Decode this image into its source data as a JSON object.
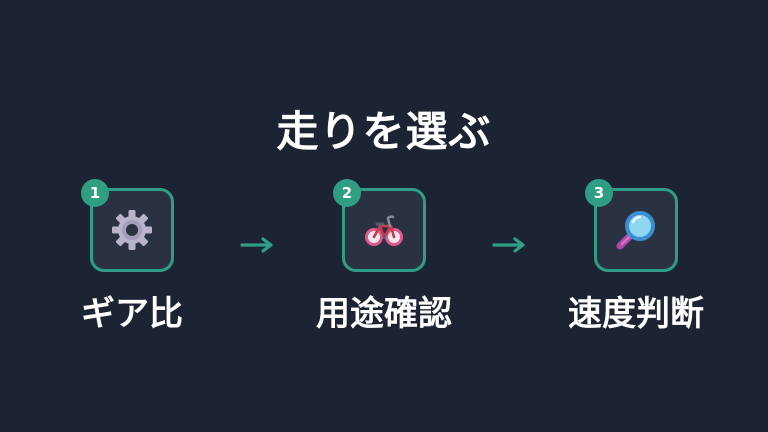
{
  "title": "走りを選ぶ",
  "steps": [
    {
      "number": "1",
      "label": "ギア比",
      "icon": "gear-icon"
    },
    {
      "number": "2",
      "label": "用途確認",
      "icon": "bicycle-icon"
    },
    {
      "number": "3",
      "label": "速度判断",
      "icon": "magnifier-icon"
    }
  ],
  "colors": {
    "background": "#1c2433",
    "accent": "#2f9e83",
    "box": "#2a3242",
    "text": "#ffffff"
  }
}
